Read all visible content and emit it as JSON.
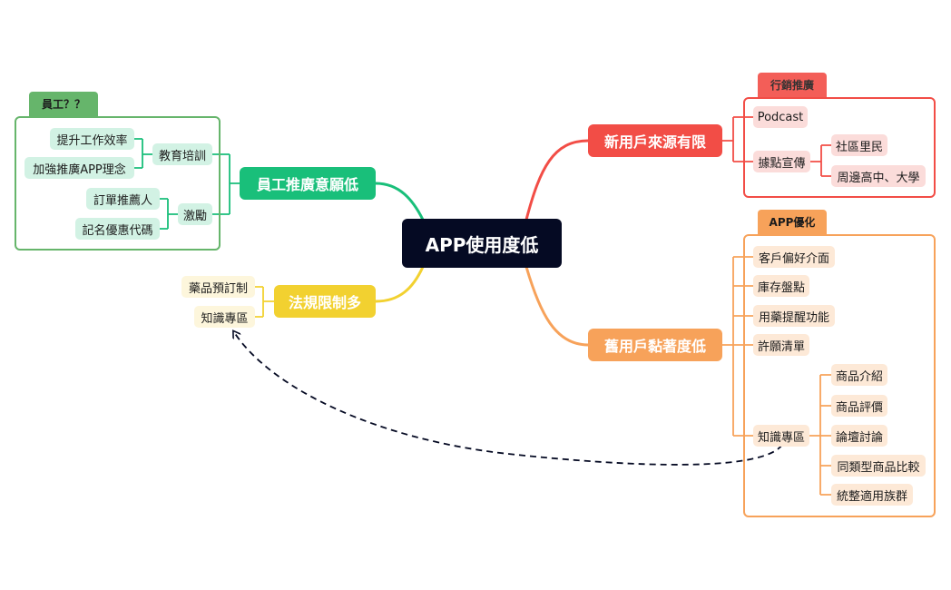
{
  "central": {
    "label": "APP使用度低"
  },
  "colors": {
    "red": "#f24d46",
    "red_light": "#fbdcda",
    "orange": "#f7a25a",
    "orange_light": "#fde9d7",
    "green": "#19bf7a",
    "green_light": "#d2f2e4",
    "green_tag": "#66b56b",
    "yellow": "#f2d130",
    "yellow_light": "#fdf6dc",
    "dashed": "#050a23"
  },
  "branches": {
    "new_users": {
      "label": "新用戶來源有限",
      "group_tag": "行銷推廣",
      "children": {
        "podcast": "Podcast",
        "hub_promo": {
          "label": "據點宣傳",
          "children": [
            "社區里民",
            "周邊高中、大學"
          ]
        }
      }
    },
    "old_users": {
      "label": "舊用戶黏著度低",
      "group_tag": "APP優化",
      "children": {
        "items": [
          "客戶偏好介面",
          "庫存盤點",
          "用藥提醒功能",
          "許願清單"
        ],
        "knowledge": {
          "label": "知識專區",
          "children": [
            "商品介紹",
            "商品評價",
            "論壇討論",
            "同類型商品比較",
            "統整適用族群"
          ]
        }
      }
    },
    "staff": {
      "label": "員工推廣意願低",
      "group_tag": "員工？？",
      "children": {
        "training": {
          "label": "教育培訓",
          "children": [
            "提升工作效率",
            "加強推廣APP理念"
          ]
        },
        "incentive": {
          "label": "激勵",
          "children": [
            "訂單推薦人",
            "記名優惠代碼"
          ]
        }
      }
    },
    "regulation": {
      "label": "法規限制多",
      "children": [
        "藥品預訂制",
        "知識專區"
      ]
    }
  }
}
